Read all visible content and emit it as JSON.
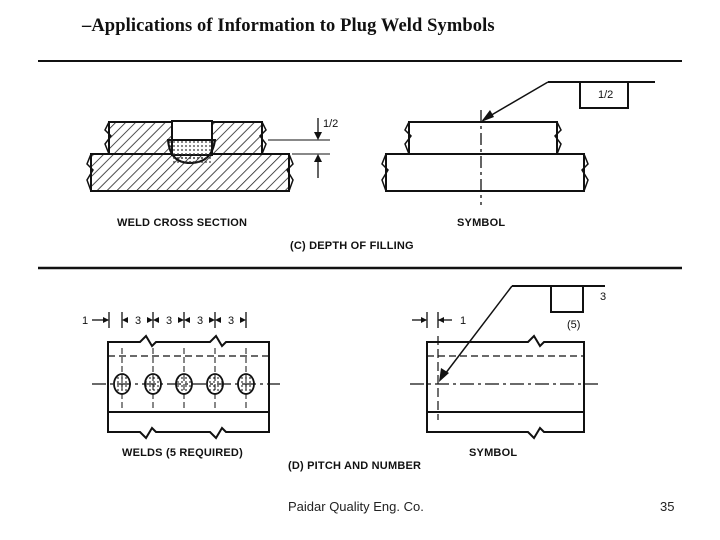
{
  "title": "–Applications of Information to Plug Weld Symbols",
  "section_c": {
    "left_caption": "WELD CROSS SECTION",
    "right_caption": "SYMBOL",
    "title": "(C) DEPTH OF FILLING",
    "depth_dim": "1/2",
    "symbol_value": "1/2"
  },
  "section_d": {
    "left_caption": "WELDS (5 REQUIRED)",
    "right_caption": "SYMBOL",
    "title": "(D) PITCH AND NUMBER",
    "edge_dim": "1",
    "pitch_dims": [
      "3",
      "3",
      "3",
      "3"
    ],
    "symbol_edge_dim": "1",
    "symbol_pitch": "3",
    "symbol_count": "(5)"
  },
  "footer": {
    "company": "Paidar Quality Eng. Co.",
    "page": "35"
  }
}
